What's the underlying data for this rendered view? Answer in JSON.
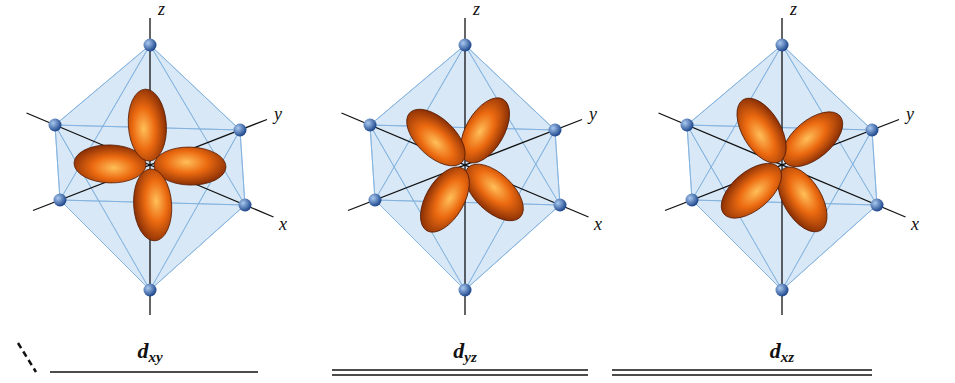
{
  "diagram": {
    "labels": [
      "z",
      "y",
      "x",
      "dxy",
      "z",
      "y",
      "x",
      "dyz",
      "z",
      "y",
      "x",
      "dxz"
    ]
  }
}
